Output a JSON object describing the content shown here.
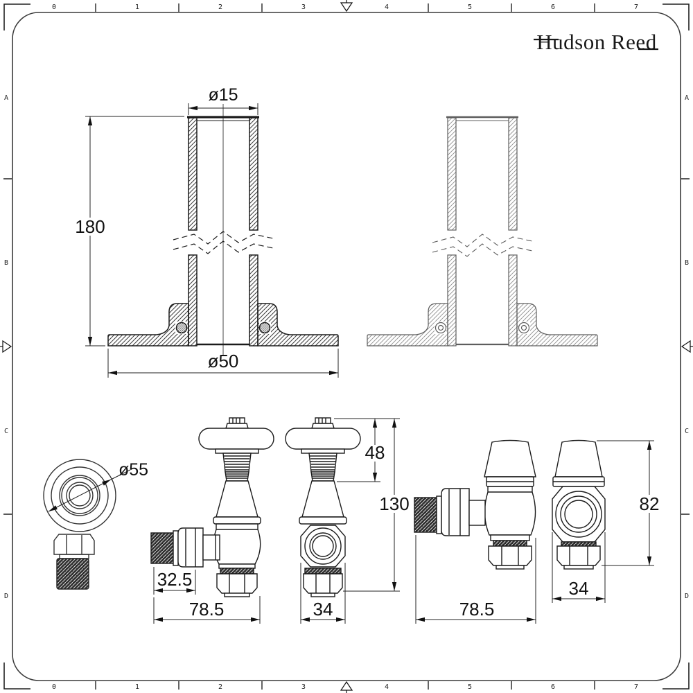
{
  "brand": {
    "name": "Hudson Reed"
  },
  "sheet": {
    "ruler_numbers": [
      "0",
      "1",
      "2",
      "3",
      "4",
      "5",
      "6",
      "7"
    ],
    "row_letters": [
      "A",
      "B",
      "C",
      "D"
    ]
  },
  "views": {
    "sleeve_section": {
      "dia_top": "ø15",
      "height": "180",
      "dia_base": "ø50"
    },
    "valve_top": {
      "dia_head": "ø55"
    },
    "thermo": {
      "inlet": "32.5",
      "width": "78.5",
      "body_width": "34",
      "head_height": "48",
      "height": "130"
    },
    "lockshield": {
      "width": "78.5",
      "body_width": "34",
      "height": "82"
    }
  }
}
